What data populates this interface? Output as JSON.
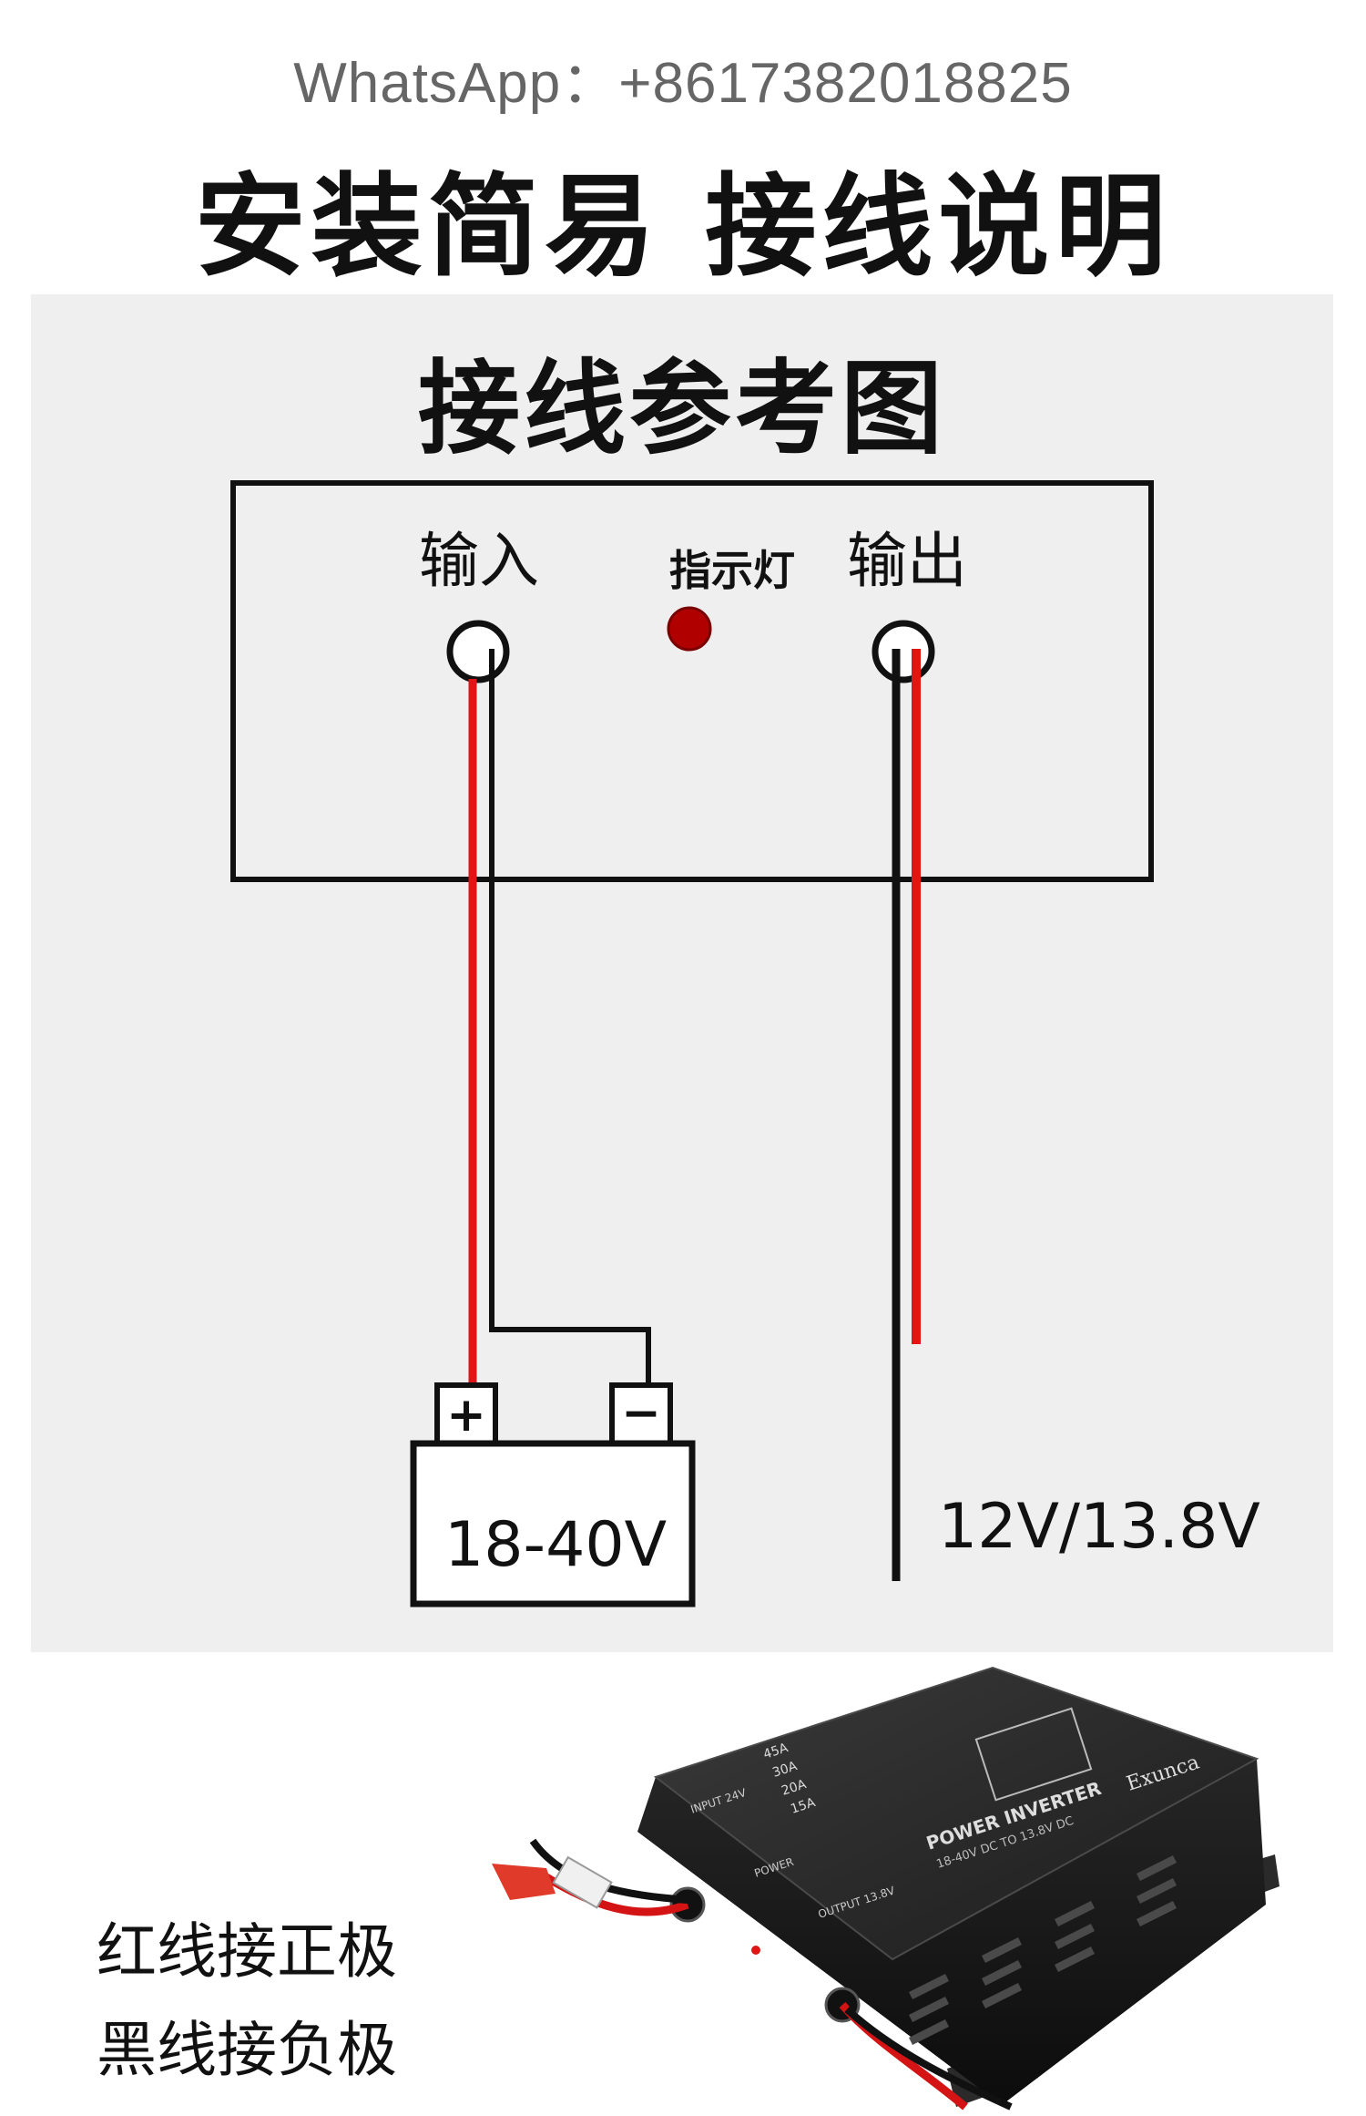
{
  "header": {
    "contact": "WhatsApp：+8617382018825",
    "headline": "安装简易  接线说明"
  },
  "diagram": {
    "title": "接线参考图",
    "input_label": "输入",
    "output_label": "输出",
    "indicator_label": "指示灯",
    "battery_voltage": "18-40V",
    "output_voltage": "12V/13.8V",
    "battery_plus": "+",
    "battery_minus": "−",
    "colors": {
      "red_wire": "#e01515",
      "black_wire": "#111111",
      "indicator": "#b00000"
    }
  },
  "notes": {
    "red_wire": "红线接正极",
    "black_wire": "黑线接负极"
  },
  "product": {
    "brand": "Exunca",
    "model": "POWER INVERTER",
    "spec": "18-40V DC TO 13.8V DC",
    "input_tag": "INPUT 24V",
    "output_tag": "OUTPUT 13.8V",
    "power_tag": "POWER",
    "ratings": [
      "15A",
      "20A",
      "30A",
      "45A"
    ]
  }
}
